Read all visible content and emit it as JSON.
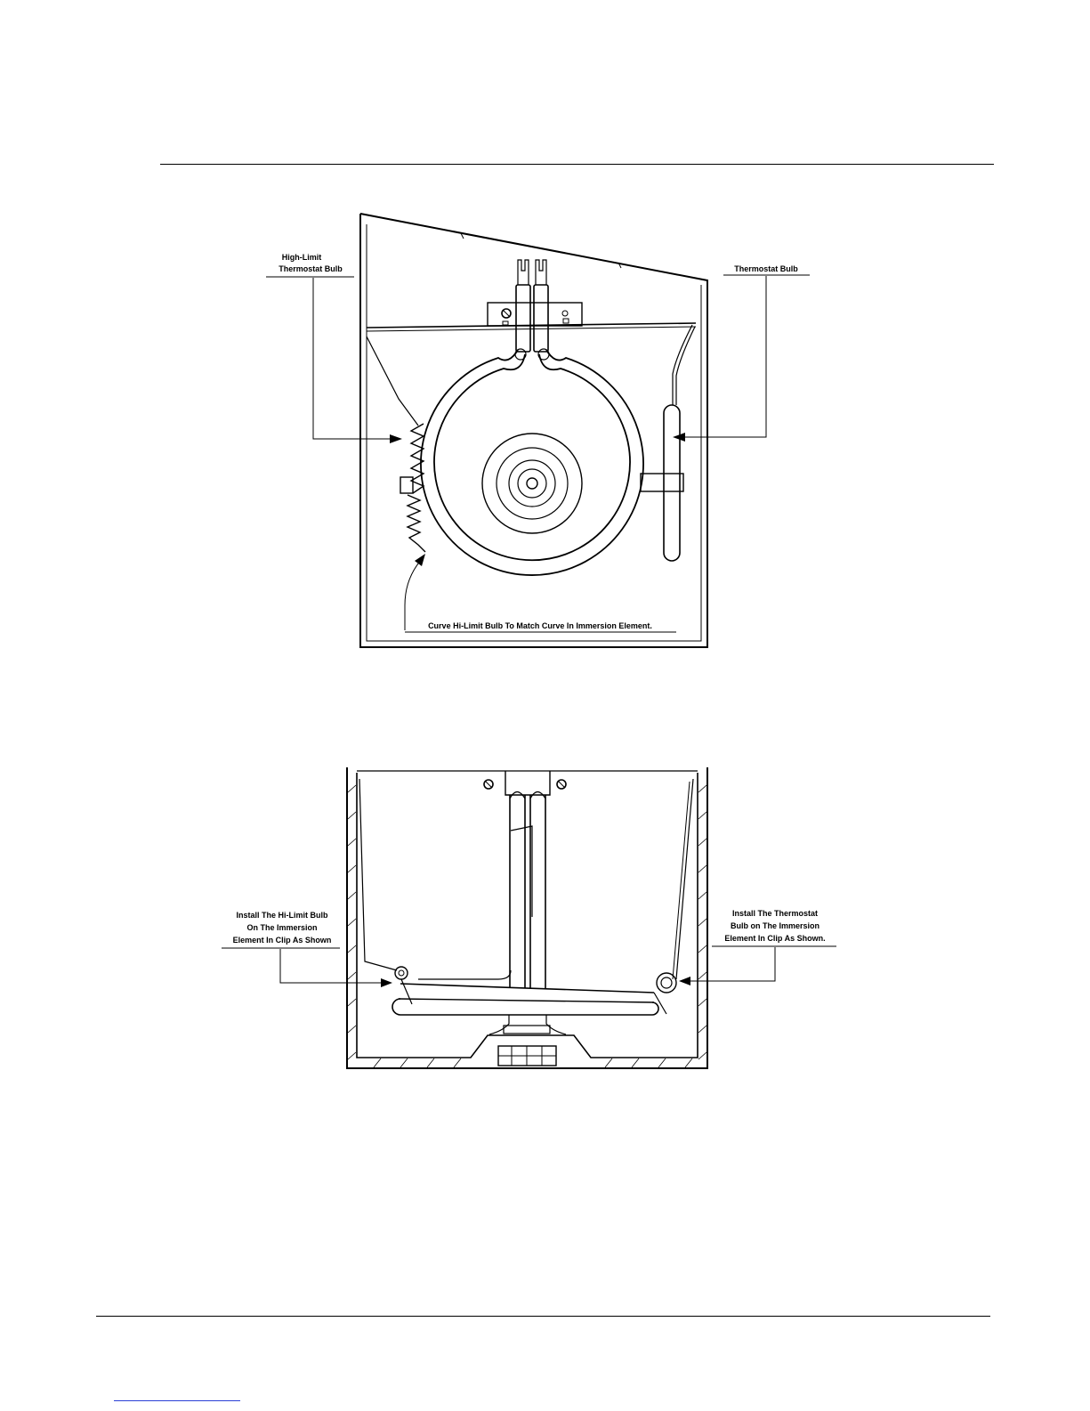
{
  "figure_top": {
    "callouts": {
      "high_limit_line1": "High-Limit",
      "high_limit_line2": "Thermostat Bulb",
      "thermostat_bulb": "Thermostat Bulb",
      "curve_instruction": "Curve Hi-Limit Bulb To Match Curve In Immersion Element."
    }
  },
  "figure_bottom": {
    "callouts": {
      "hi_limit_line1": "Install The Hi-Limit Bulb",
      "hi_limit_line2": "On The Immersion",
      "hi_limit_line3": "Element In Clip As Shown",
      "thermostat_line1": "Install The Thermostat",
      "thermostat_line2": "Bulb on The Immersion",
      "thermostat_line3": "Element In Clip As Shown."
    }
  },
  "colors": {
    "ink": "#000000",
    "paper": "#ffffff",
    "link": "#2a3fd6"
  }
}
